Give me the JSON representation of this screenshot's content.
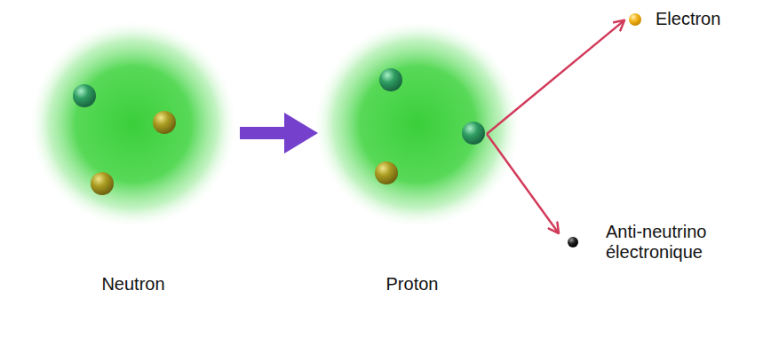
{
  "diagram": {
    "nodes": [
      {
        "text": [
          "Neutron"
        ]
      },
      {
        "text": [
          "Proton"
        ]
      },
      {
        "text": [
          "Electron"
        ]
      },
      {
        "text": [
          "Anti-neutrino électronique"
        ]
      }
    ],
    "edges": [
      {
        "from": 0,
        "to": 1,
        "arrow": "to"
      },
      {
        "from": 1,
        "to": 2,
        "arrow": "to"
      },
      {
        "from": 1,
        "to": 3,
        "arrow": "to"
      }
    ]
  }
}
